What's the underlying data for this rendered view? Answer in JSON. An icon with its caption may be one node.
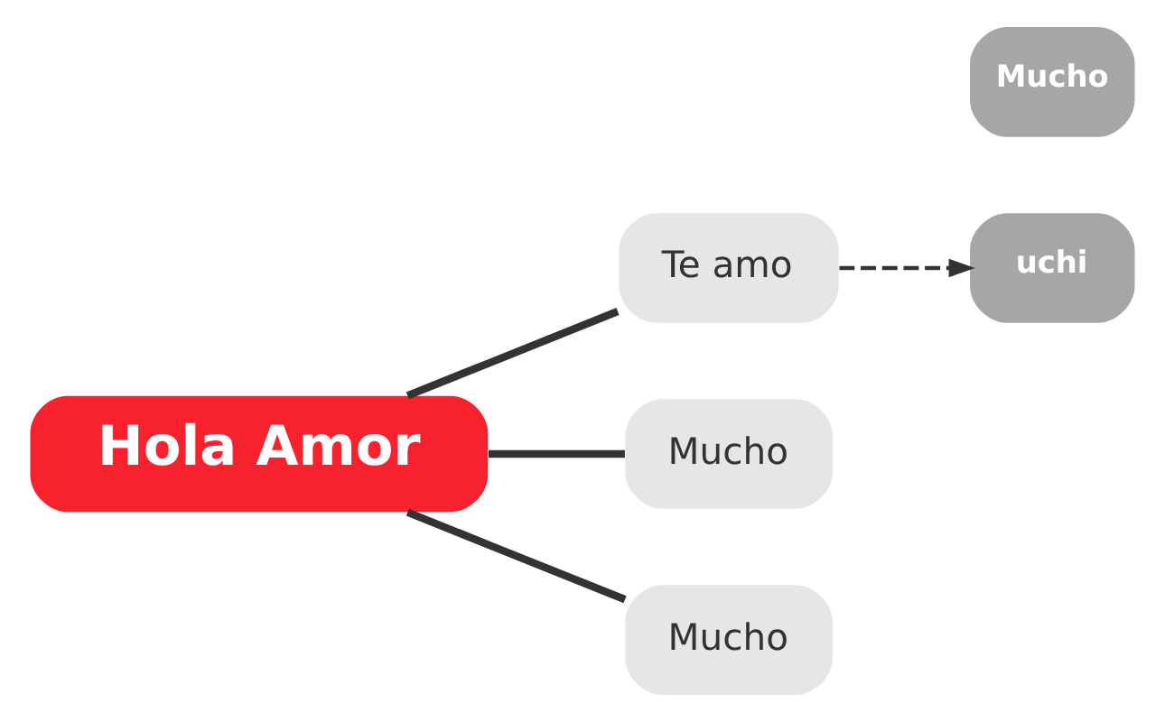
{
  "diagram": {
    "nodes": [
      {
        "text": [
          "Hola Amor"
        ]
      },
      {
        "text": [
          "Te amo"
        ]
      },
      {
        "text": [
          "Mucho"
        ]
      },
      {
        "text": [
          "Mucho"
        ]
      },
      {
        "text": [
          "Mucho"
        ]
      },
      {
        "text": [
          "uchi"
        ]
      }
    ],
    "edges": [
      {
        "from": 0,
        "to": 1,
        "arrow": "none"
      },
      {
        "from": 0,
        "to": 2,
        "arrow": "none"
      },
      {
        "from": 0,
        "to": 3,
        "arrow": "none"
      },
      {
        "from": 1,
        "to": 5,
        "arrow": "to",
        "style": "dashed"
      }
    ]
  }
}
